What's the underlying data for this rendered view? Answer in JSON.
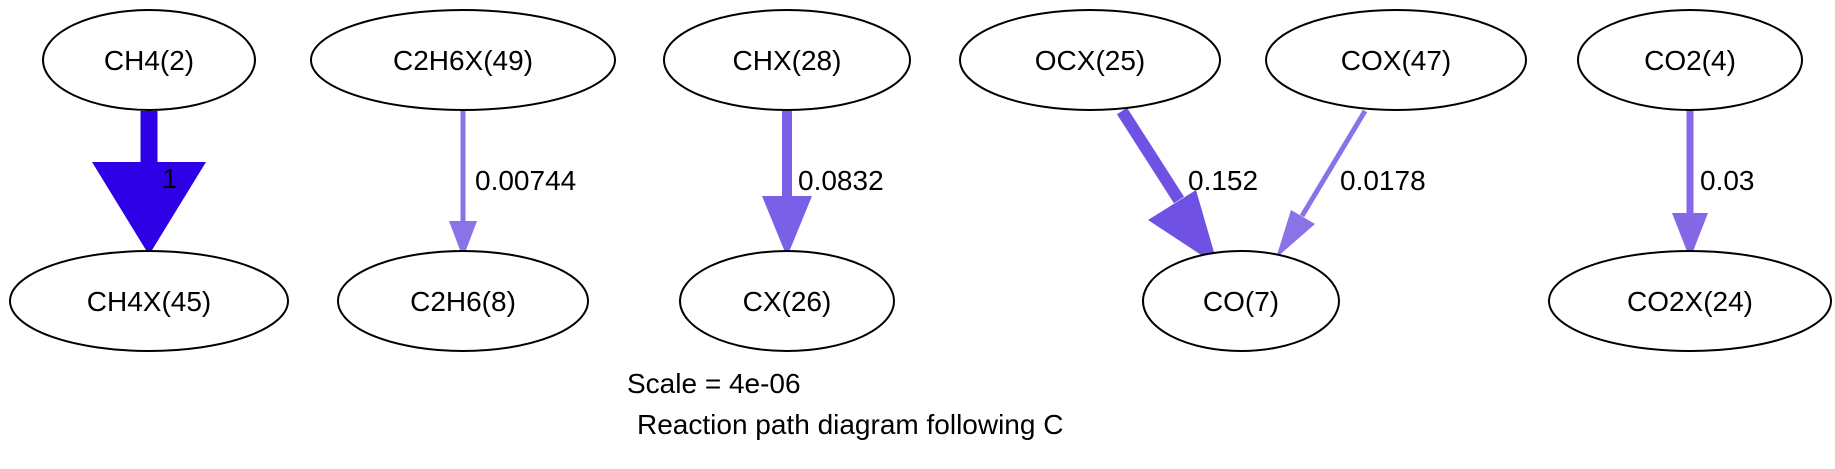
{
  "nodes": [
    {
      "id": "n_ch4",
      "label": "CH4(2)"
    },
    {
      "id": "n_c2h6x",
      "label": "C2H6X(49)"
    },
    {
      "id": "n_chx",
      "label": "CHX(28)"
    },
    {
      "id": "n_ocx",
      "label": "OCX(25)"
    },
    {
      "id": "n_cox",
      "label": "COX(47)"
    },
    {
      "id": "n_co2",
      "label": "CO2(4)"
    },
    {
      "id": "n_ch4x",
      "label": "CH4X(45)"
    },
    {
      "id": "n_c2h6",
      "label": "C2H6(8)"
    },
    {
      "id": "n_cx",
      "label": "CX(26)"
    },
    {
      "id": "n_co",
      "label": "CO(7)"
    },
    {
      "id": "n_co2x",
      "label": "CO2X(24)"
    }
  ],
  "edges": [
    {
      "from": "CH4(2)",
      "to": "CH4X(45)",
      "label": "1",
      "color": "#2e00e6"
    },
    {
      "from": "C2H6X(49)",
      "to": "C2H6(8)",
      "label": "0.00744",
      "color": "#8a72e8"
    },
    {
      "from": "CHX(28)",
      "to": "CX(26)",
      "label": "0.0832",
      "color": "#7a60e6"
    },
    {
      "from": "OCX(25)",
      "to": "CO(7)",
      "label": "0.152",
      "color": "#6f52e4"
    },
    {
      "from": "COX(47)",
      "to": "CO(7)",
      "label": "0.0178",
      "color": "#8a72e8"
    },
    {
      "from": "CO2(4)",
      "to": "CO2X(24)",
      "label": "0.03",
      "color": "#8468e6"
    }
  ],
  "footer": {
    "scale": "Scale = 4e-06",
    "caption": "Reaction path diagram following C"
  }
}
